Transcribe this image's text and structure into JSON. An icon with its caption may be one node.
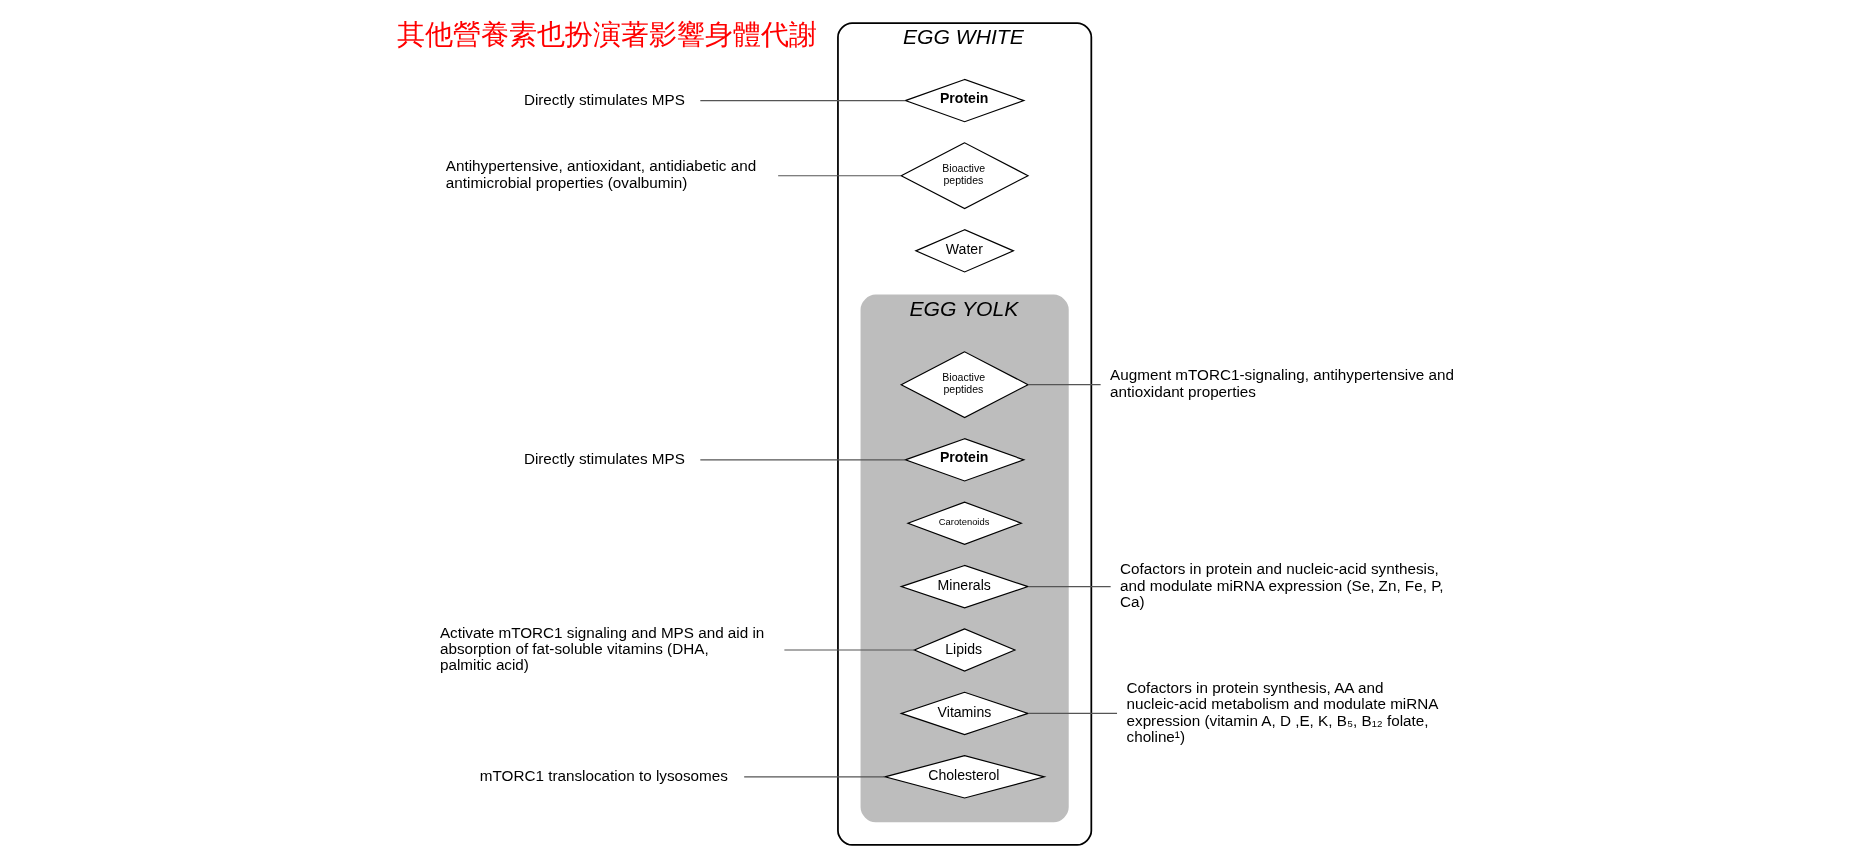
{
  "diagram": {
    "nodes": [
      {
        "text": [
          "EGG WHITE"
        ]
      },
      {
        "text": [
          "EGG YOLK"
        ],
        "in": 0
      },
      {
        "text": [
          "Protein"
        ],
        "in": 0
      },
      {
        "text": [
          "Water"
        ],
        "in": 0
      },
      {
        "text": [
          "Bioactive peptides"
        ],
        "in": 0
      },
      {
        "text": [
          "Bioactive peptides"
        ],
        "in": 1
      },
      {
        "text": [
          "Protein"
        ],
        "in": 1
      },
      {
        "text": [
          "Carotenoids"
        ],
        "in": 1
      },
      {
        "text": [
          "Minerals"
        ],
        "in": 1
      },
      {
        "text": [
          "Lipids"
        ],
        "in": 1
      },
      {
        "text": [
          "Vitamins"
        ],
        "in": 1
      },
      {
        "text": [
          "Cholesterol"
        ],
        "in": 1
      },
      {
        "text": [
          "Directly stimulates MPS"
        ]
      },
      {
        "text": [
          "Antihypertensive, antioxidant, antidiabetic and antimicrobial properties (ovalbumin)"
        ]
      },
      {
        "text": [
          "Augment mTORC1-signaling, antihypertensive and antioxidant properties"
        ]
      },
      {
        "text": [
          "Directly stimulates MPS"
        ]
      },
      {
        "text": [
          "Cofactors in protein and nucleic-acid synthesis, and modulate miRNA expression (Se, Zn, Fe, P, Ca)"
        ]
      },
      {
        "text": [
          "Activate mTORC1 signaling and MPS and aid in absorption of fat-soluble vitamins (DHA, palmitic acid)"
        ]
      },
      {
        "text": [
          "Cofactors in protein synthesis, AA and nucleic-acid metabolism and modulate miRNA expression (vitamin A, D ,E, K, B₅, B₁₂ folate, choline¹)"
        ]
      },
      {
        "text": [
          "mTORC1 translocation to lysosomes"
        ]
      }
    ],
    "edges": [
      {
        "from": 12,
        "to": 2,
        "arrow": "none"
      },
      {
        "from": 13,
        "to": 4,
        "arrow": "none"
      },
      {
        "from": 5,
        "to": 14,
        "arrow": "none"
      },
      {
        "from": 15,
        "to": 6,
        "arrow": "none"
      },
      {
        "from": 8,
        "to": 16,
        "arrow": "none"
      },
      {
        "from": 17,
        "to": 9,
        "arrow": "none"
      },
      {
        "from": 10,
        "to": 18,
        "arrow": "none"
      },
      {
        "from": 19,
        "to": 11,
        "arrow": "none"
      }
    ],
    "labels": [
      "其他營養素也扮演著影響身體代謝"
    ]
  }
}
